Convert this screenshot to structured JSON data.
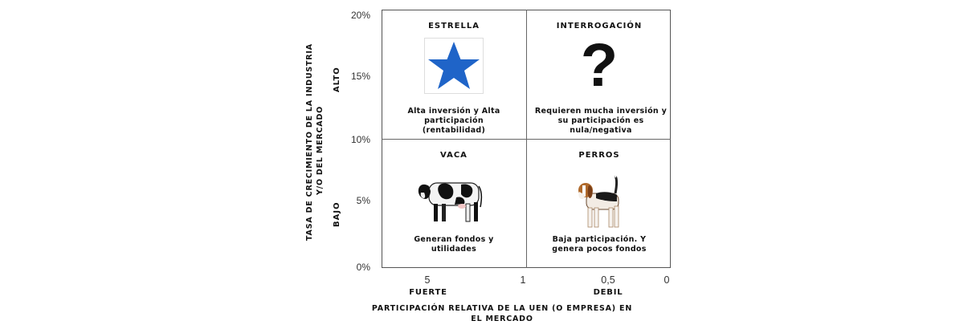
{
  "axes": {
    "y_title_line1": "TASA DE CRECIMIENTO DE LA INDUSTRIA",
    "y_title_line2": "Y/O DEL MERCADO",
    "y_high": "ALTO",
    "y_low": "BAJO",
    "y_ticks": [
      "20%",
      "15%",
      "10%",
      "5%",
      "0%"
    ],
    "x_ticks": [
      "5",
      "1",
      "0,5",
      "0"
    ],
    "x_strong": "FUERTE",
    "x_weak": "DEBIL",
    "x_title_line1": "PARTICIPACIÓN RELATIVA DE LA UEN (O EMPRESA) EN",
    "x_title_line2": "EL MERCADO"
  },
  "quadrants": {
    "star": {
      "title": "ESTRELLA",
      "desc1": "Alta inversión y Alta",
      "desc2": "participación",
      "desc3": "(rentabilidad)",
      "icon": "star-icon",
      "color": "#1f64c8"
    },
    "question": {
      "title": "INTERROGACIÓN",
      "glyph": "?",
      "desc1": "Requieren mucha inversión y",
      "desc2": "su participación es",
      "desc3": "nula/negativa"
    },
    "cow": {
      "title": "VACA",
      "desc1": "Generan fondos y",
      "desc2": "utilidades",
      "icon": "cow-icon"
    },
    "dog": {
      "title": "PERROS",
      "desc1": "Baja participación. Y",
      "desc2": "genera pocos fondos",
      "icon": "dog-icon"
    }
  }
}
